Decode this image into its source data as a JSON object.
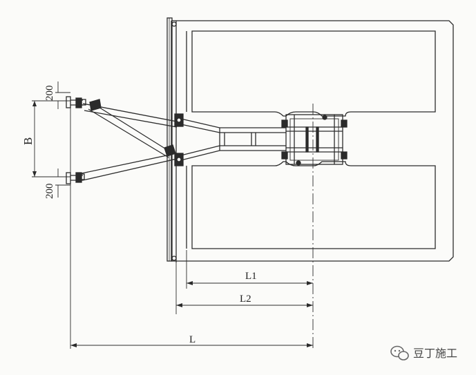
{
  "diagram": {
    "dimensions": {
      "top_offset": "200",
      "bottom_offset": "200",
      "spacing": "B",
      "length_1": "L1",
      "length_2": "L2",
      "length_total": "L"
    },
    "colors": {
      "line": "#2b2b2b",
      "paper": "#fbfbf9"
    }
  },
  "watermark": {
    "text": "豆丁施工",
    "icon": "wechat-icon"
  }
}
